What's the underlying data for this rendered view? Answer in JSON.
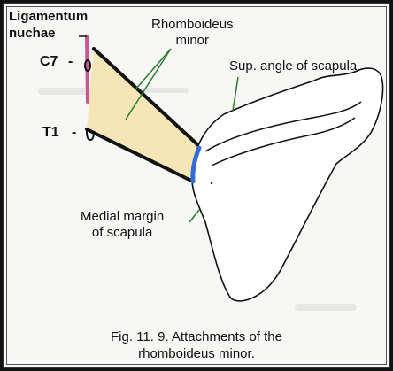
{
  "labels": {
    "ligamentum_line1": "Ligamentum",
    "ligamentum_line2": "nuchae",
    "c7": "C7",
    "t1": "T1",
    "rhomboideus_line1": "Rhomboideus",
    "rhomboideus_line2": "minor",
    "sup_angle": "Sup. angle of scapula",
    "medial_margin_line1": "Medial margin",
    "medial_margin_line2": "of scapula"
  },
  "caption": {
    "line1": "Fig. 11. 9. Attachments of the",
    "line2": "rhomboideus minor."
  },
  "colors": {
    "muscle_fill": "#f5e6b8",
    "ligament": "#c9578c",
    "attachment": "#2f6fd6",
    "outline": "#111111"
  }
}
